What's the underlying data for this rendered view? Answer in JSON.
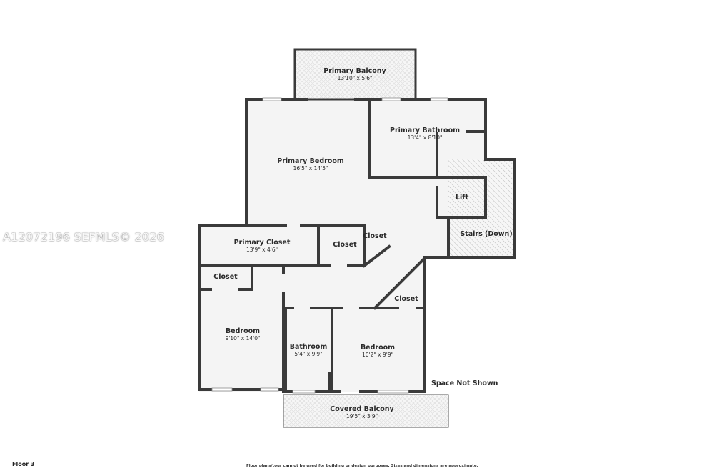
{
  "watermark": "A12072196  SEFMLS© 2026",
  "floor_label": "Floor 3",
  "disclaimer": "Floor plans/tour cannot be used for building or design purposes. Sizes and dimensions are approximate.",
  "space_not_shown": "Space Not Shown",
  "colors": {
    "wall": "#3a3a3a",
    "floor": "#f4f4f4",
    "tile": "#e9e9e9"
  },
  "rooms": {
    "primary_balcony": {
      "name": "Primary Balcony",
      "dim": "13'10\" x 5'6\""
    },
    "primary_bedroom": {
      "name": "Primary Bedroom",
      "dim": "16'5\" x 14'5\""
    },
    "primary_bathroom": {
      "name": "Primary Bathroom",
      "dim": "13'4\" x 8'10\""
    },
    "lift": {
      "name": "Lift"
    },
    "stairs": {
      "name": "Stairs (Down)"
    },
    "primary_closet": {
      "name": "Primary Closet",
      "dim": "13'9\" x 4'6\""
    },
    "closet_a": {
      "name": "Closet"
    },
    "closet_b": {
      "name": "Closet"
    },
    "closet_c": {
      "name": "Closet"
    },
    "closet_d": {
      "name": "Closet"
    },
    "bedroom_left": {
      "name": "Bedroom",
      "dim": "9'10\" x 14'0\""
    },
    "bathroom": {
      "name": "Bathroom",
      "dim": "5'4\" x 9'9\""
    },
    "bedroom_right": {
      "name": "Bedroom",
      "dim": "10'2\" x 9'9\""
    },
    "covered_balcony": {
      "name": "Covered Balcony",
      "dim": "19'5\" x 3'9\""
    }
  }
}
